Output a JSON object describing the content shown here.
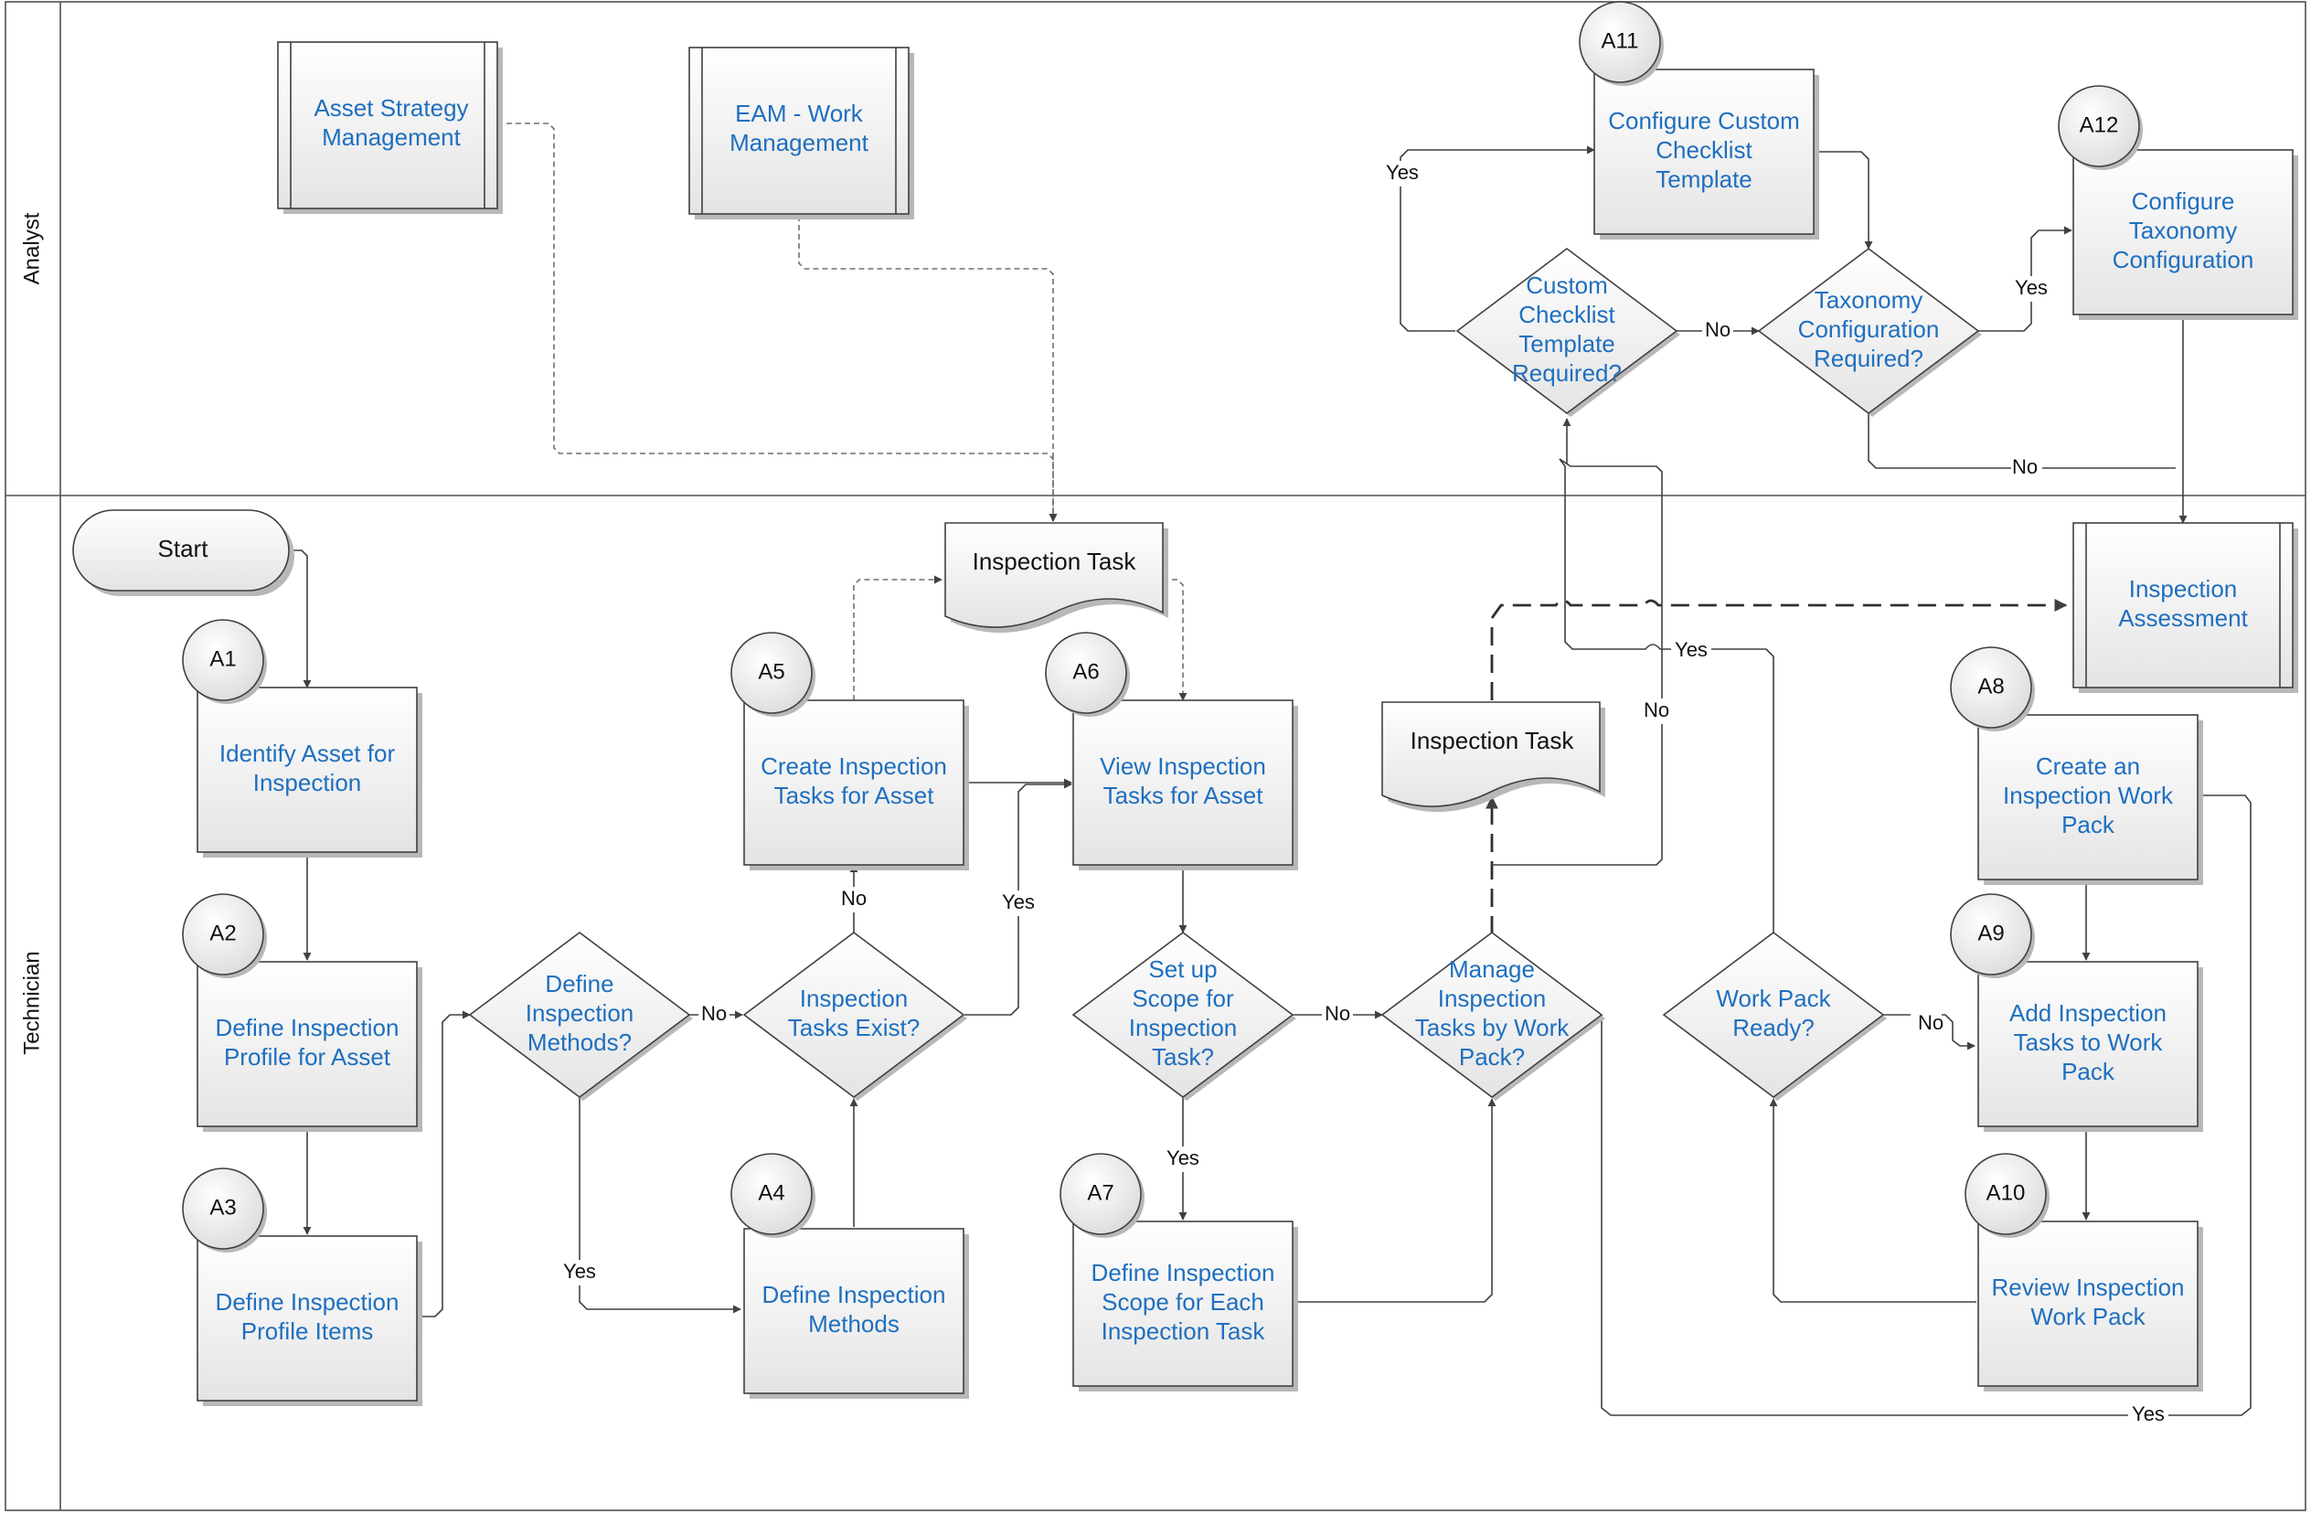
{
  "lanes": {
    "analyst": "Analyst",
    "technician": "Technician"
  },
  "subprocesses": {
    "asset_strategy": [
      "Asset Strategy",
      "Management"
    ],
    "eam_work": [
      "EAM - Work",
      "Management"
    ],
    "inspection_assessment": [
      "Inspection",
      "Assessment"
    ]
  },
  "start": "Start",
  "steps": {
    "A1": {
      "id": "A1",
      "text": [
        "Identify Asset for",
        "Inspection"
      ]
    },
    "A2": {
      "id": "A2",
      "text": [
        "Define Inspection",
        "Profile for Asset"
      ]
    },
    "A3": {
      "id": "A3",
      "text": [
        "Define Inspection",
        "Profile Items"
      ]
    },
    "A4": {
      "id": "A4",
      "text": [
        "Define Inspection",
        "Methods"
      ]
    },
    "A5": {
      "id": "A5",
      "text": [
        "Create Inspection",
        "Tasks for Asset"
      ]
    },
    "A6": {
      "id": "A6",
      "text": [
        "View Inspection",
        "Tasks for Asset"
      ]
    },
    "A7": {
      "id": "A7",
      "text": [
        "Define Inspection",
        "Scope for Each",
        "Inspection Task"
      ]
    },
    "A8": {
      "id": "A8",
      "text": [
        "Create an",
        "Inspection Work",
        "Pack"
      ]
    },
    "A9": {
      "id": "A9",
      "text": [
        "Add Inspection",
        "Tasks to Work",
        "Pack"
      ]
    },
    "A10": {
      "id": "A10",
      "text": [
        "Review Inspection",
        "Work Pack"
      ]
    },
    "A11": {
      "id": "A11",
      "text": [
        "Configure Custom",
        "Checklist",
        "Template"
      ]
    },
    "A12": {
      "id": "A12",
      "text": [
        "Configure",
        "Taxonomy",
        "Configuration"
      ]
    }
  },
  "decisions": {
    "define_methods": [
      "Define",
      "Inspection",
      "Methods?"
    ],
    "tasks_exist": [
      "Inspection",
      "Tasks Exist?"
    ],
    "setup_scope": [
      "Set up",
      "Scope for",
      "Inspection",
      "Task?"
    ],
    "manage_tasks": [
      "Manage",
      "Inspection",
      "Tasks by Work",
      "Pack?"
    ],
    "work_pack_ready": [
      "Work Pack",
      "Ready?"
    ],
    "custom_checklist": [
      "Custom",
      "Checklist",
      "Template",
      "Required?"
    ],
    "taxonomy_required": [
      "Taxonomy",
      "Configuration",
      "Required?"
    ]
  },
  "documents": {
    "doc_top": "Inspection Task",
    "doc_mid": "Inspection Task"
  },
  "labels": {
    "yes": "Yes",
    "no": "No"
  },
  "colors": {
    "step_text": "#1f6fbf",
    "line": "#404040",
    "box_fill_top": "#ffffff",
    "box_fill_bottom": "#e6e6e6"
  }
}
